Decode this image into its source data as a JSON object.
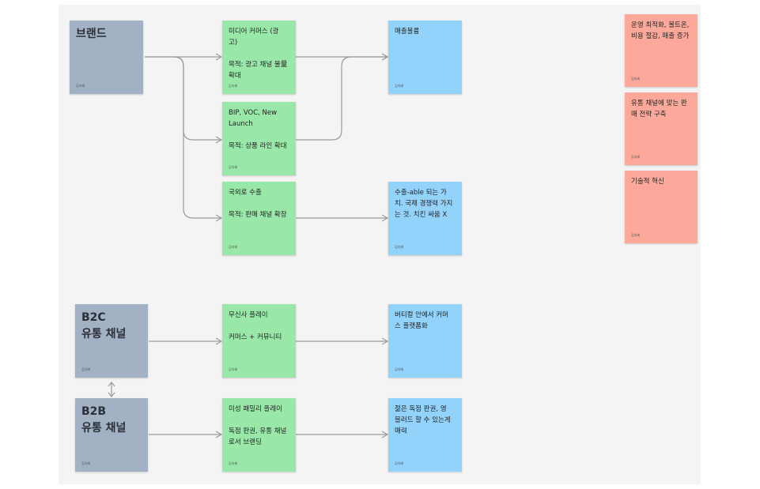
{
  "notes": {
    "brand": {
      "text": "브랜드",
      "author": "김지혜"
    },
    "media": {
      "text": "미디어 커머스 (광\n고)\n\n목적: 광고 채널 물量\n확대",
      "author": "김지혜"
    },
    "bip": {
      "text": "BIP, VOC, New\nLaunch\n\n목적: 상품 라인 확대",
      "author": "김지혜"
    },
    "export": {
      "text": "국외로 수출\n\n목적: 판매 채널 확장",
      "author": "김지혜"
    },
    "sales": {
      "text": "매출볼륨",
      "author": "김지혜"
    },
    "exportable": {
      "text": "수출-able 되는 가\n치. 국제 경쟁력 가지\n는 것. 치킨 싸움 X",
      "author": "김지혜"
    },
    "b2c": {
      "text": "B2C\n유통 채널",
      "author": "김지혜"
    },
    "musinsa": {
      "text": "무신사 플레이\n\n커머스 + 커뮤니티",
      "author": "김지혜"
    },
    "vertical": {
      "text": "버티컬 안에서 커머\n스 플랫폼화",
      "author": "김지혜"
    },
    "b2b": {
      "text": "B2B\n유통 채널",
      "author": "김지혜"
    },
    "misung": {
      "text": "미성 패밀리 플레이\n\n독점 판권, 유통 채널\n로서 브랜딩",
      "author": "김지혜"
    },
    "young": {
      "text": "젊은 독점 판권, 영\n블러드 할 수 있는게\n매력",
      "author": "김지혜"
    },
    "ops": {
      "text": "운영 최적화, 볼트온,\n비용 절감, 매출 증가",
      "author": "김지혜"
    },
    "channel_strategy": {
      "text": "유통 채널에 맞는 판\n매 전략 구축",
      "author": "김지혜"
    },
    "tech": {
      "text": "기술적 혁신",
      "author": "김지혜"
    }
  },
  "colors": {
    "gray": "#a3b1c4",
    "green": "#99e8aa",
    "blue": "#93d3fb",
    "red": "#fca99b",
    "connector": "#9a9a9a"
  }
}
